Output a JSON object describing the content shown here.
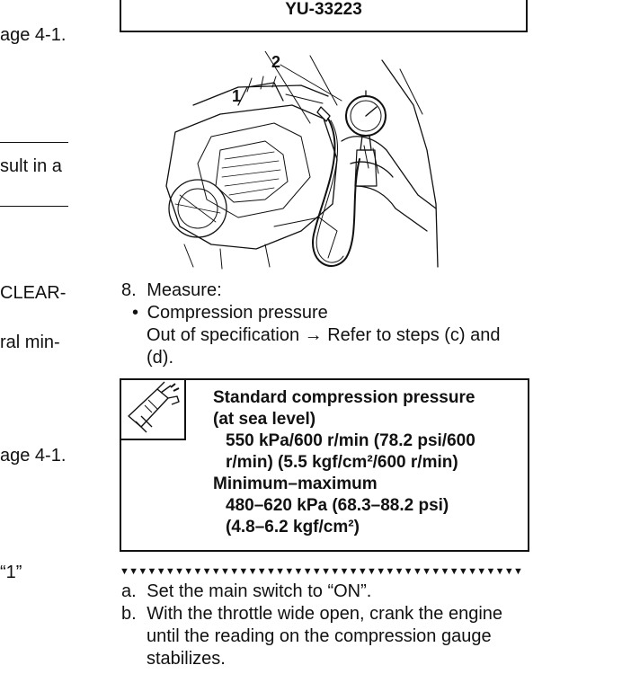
{
  "left_column": {
    "fragments": [
      "age 4-1.",
      "sult in a",
      "CLEAR-",
      "ral min-",
      "age 4-1.",
      "“1”"
    ]
  },
  "tool_box": {
    "number": "YU-33223"
  },
  "illustration": {
    "callout_1": "1",
    "callout_2": "2"
  },
  "step8": {
    "number": "8.",
    "title": "Measure:",
    "bullet": "•",
    "item": "Compression pressure",
    "spec_line1": "Out of specification → Refer to steps (c) and",
    "spec_line2": "(d)."
  },
  "spec_box": {
    "heading": "Standard compression pressure",
    "heading_sub": "(at sea level)",
    "standard_line1": "550 kPa/600 r/min (78.2 psi/600",
    "standard_line2": "r/min) (5.5 kgf/cm²/600 r/min)",
    "minmax_label": "Minimum–maximum",
    "minmax_line1": "480–620 kPa (68.3–88.2 psi)",
    "minmax_line2": "(4.8–6.2 kgf/cm²)",
    "icon": "caliper-icon"
  },
  "triangles": "▼▼▼▼▼▼▼▼▼▼▼▼▼▼▼▼▼▼▼▼▼▼▼▼▼▼▼▼▼▼▼▼▼▼▼▼▼▼▼▼▼▼▼▼",
  "substeps": [
    {
      "label": "a.",
      "lines": [
        "Set the main switch to “ON”."
      ]
    },
    {
      "label": "b.",
      "lines": [
        "With the throttle wide open, crank the engine",
        "until the reading on the compression gauge",
        "stabilizes."
      ]
    }
  ]
}
